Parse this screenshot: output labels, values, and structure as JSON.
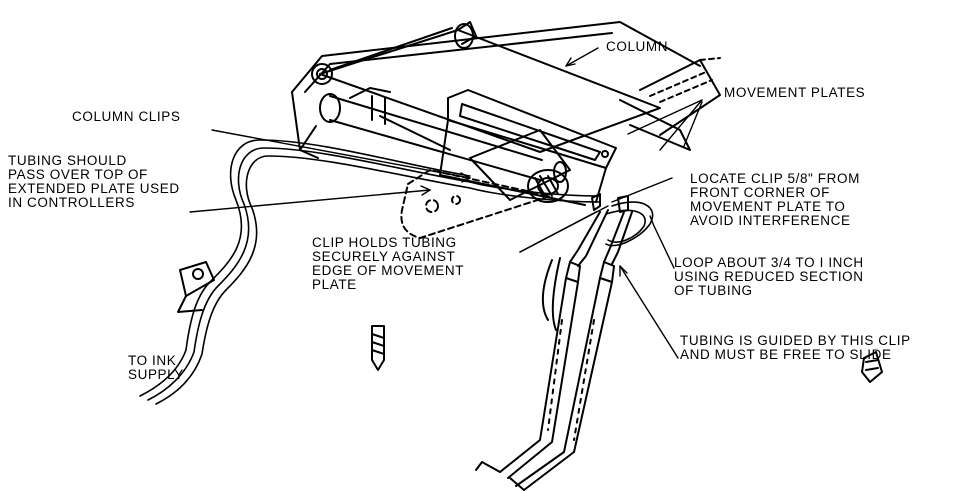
{
  "labels": {
    "column": "COLUMN",
    "movement_plates": "MOVEMENT PLATES",
    "column_clips": "COLUMN CLIPS",
    "tubing_over_plate": "TUBING SHOULD\nPASS OVER TOP OF\nEXTENDED PLATE USED\nIN CONTROLLERS",
    "locate_clip": "LOCATE CLIP 5/8\" FROM\nFRONT CORNER OF\nMOVEMENT PLATE TO\nAVOID INTERFERENCE",
    "clip_holds": "CLIP HOLDS TUBING\nSECURELY AGAINST\nEDGE OF MOVEMENT\nPLATE",
    "loop": "LOOP ABOUT 3/4 TO I INCH\nUSING REDUCED SECTION\nOF TUBING",
    "to_ink_supply": "TO INK\nSUPPLY",
    "guided_clip": "TUBING IS GUIDED BY THIS CLIP\nAND MUST BE FREE TO SLIDE"
  },
  "colors": {
    "ink": "#000000",
    "paper": "#ffffff"
  }
}
